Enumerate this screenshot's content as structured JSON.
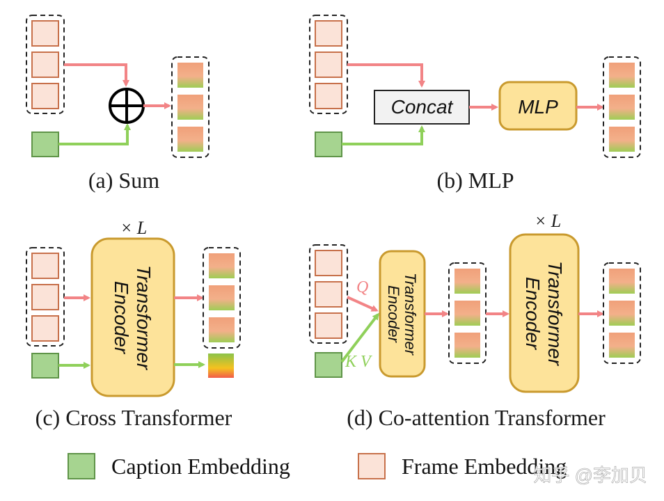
{
  "panels": {
    "a": {
      "caption": "(a) Sum"
    },
    "b": {
      "caption": "(b) MLP",
      "concat_label": "Concat",
      "mlp_label": "MLP"
    },
    "c": {
      "caption": "(c) Cross Transformer",
      "repeat_label": "× L",
      "block_label_line1": "Transformer",
      "block_label_line2": "Encoder"
    },
    "d": {
      "caption": "(d) Co-attention Transformer",
      "repeat_label": "× L",
      "small_block_line1": "Transformer",
      "small_block_line2": "Encoder",
      "big_block_line1": "Transformer",
      "big_block_line2": "Encoder",
      "q_label": "Q",
      "kv_label": "K V"
    }
  },
  "legend": {
    "caption_embedding": "Caption Embedding",
    "frame_embedding": "Frame Embedding"
  },
  "watermark": "知乎 @李加贝",
  "colors": {
    "frame_fill": "#fbe3d8",
    "frame_stroke": "#c7704a",
    "caption_fill": "#a6d490",
    "caption_stroke": "#5f9448",
    "pink_arrow": "#f28486",
    "green_arrow": "#8fd05a",
    "encoder_fill": "#fde39a",
    "encoder_stroke": "#c99a2e"
  }
}
